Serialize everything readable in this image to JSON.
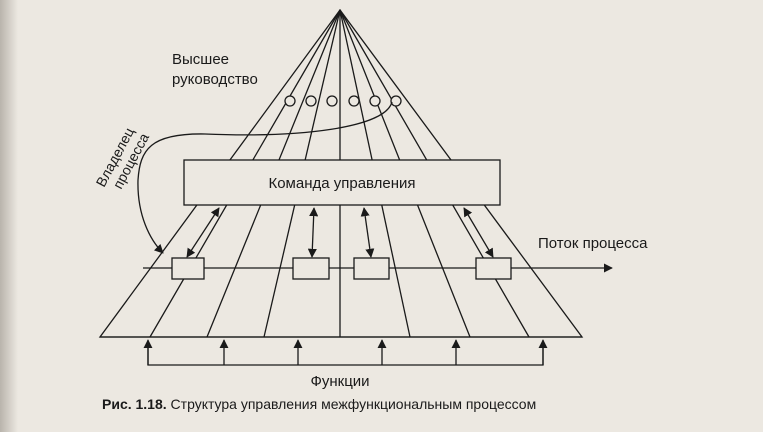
{
  "labels": {
    "top_management_line1": "Высшее",
    "top_management_line2": "руководство",
    "owner_line1": "Владелец",
    "owner_line2": "процесса",
    "team": "Команда управления",
    "flow": "Поток процесса",
    "functions": "Функции"
  },
  "caption": {
    "number": "Рис. 1.18.",
    "text": " Структура управления межфункциональным процессом"
  },
  "colors": {
    "ink": "#1a1a1a",
    "paper": "#ece8e1"
  }
}
